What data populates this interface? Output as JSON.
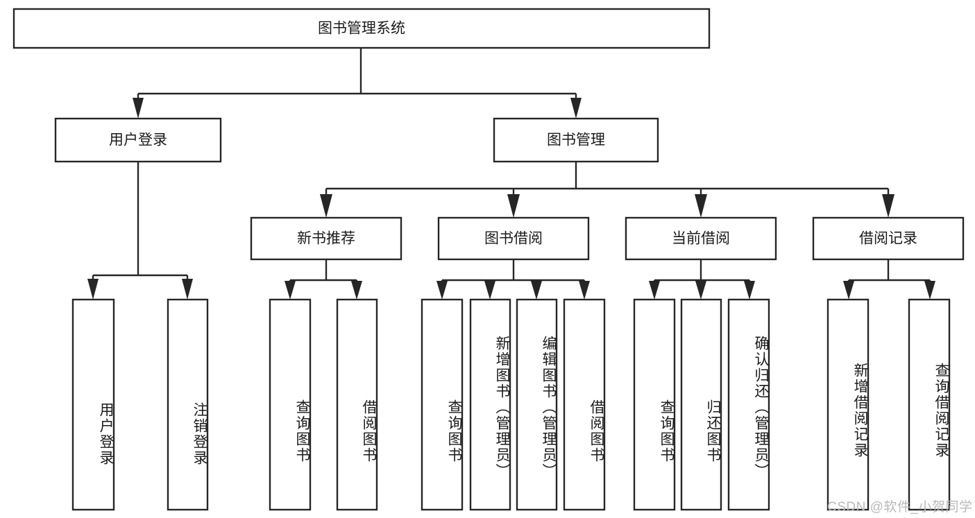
{
  "diagram": {
    "title": "图书管理系统",
    "type": "tree",
    "watermark": "CSDN @软件_小贺同学",
    "colors": {
      "stroke": "#262626",
      "fill": "#ffffff",
      "text": "#1a1a1a",
      "watermark": "#b9b9b9",
      "background": "#ffffff"
    },
    "levels": {
      "root": "图书管理系统",
      "level2": [
        "用户登录",
        "图书管理"
      ],
      "level3": [
        "新书推荐",
        "图书借阅",
        "当前借阅",
        "借阅记录"
      ]
    }
  },
  "nodes": {
    "root": {
      "label": "图书管理系统"
    },
    "user_login": {
      "label": "用户登录"
    },
    "book_mgmt": {
      "label": "图书管理"
    },
    "new_book_rec": {
      "label": "新书推荐"
    },
    "book_borrow": {
      "label": "图书借阅"
    },
    "current_borrow": {
      "label": "当前借阅"
    },
    "borrow_record": {
      "label": "借阅记录"
    },
    "leaf_user_login": {
      "label": "用户登录"
    },
    "leaf_logout": {
      "label": "注销登录"
    },
    "leaf_query_book_1": {
      "label": "查询图书"
    },
    "leaf_borrow_book_1": {
      "label": "借阅图书"
    },
    "leaf_query_book_2": {
      "label": "查询图书"
    },
    "leaf_add_book": {
      "label": "新增图书（管理员）"
    },
    "leaf_edit_book": {
      "label": "编辑图书（管理员）"
    },
    "leaf_borrow_book_2": {
      "label": "借阅图书"
    },
    "leaf_query_book_3": {
      "label": "查询图书"
    },
    "leaf_return_book": {
      "label": "归还图书"
    },
    "leaf_confirm_return": {
      "label": "确认归还（管理员）"
    },
    "leaf_add_record": {
      "label": "新增借阅记录"
    },
    "leaf_query_record": {
      "label": "查询借阅记录"
    }
  },
  "tree": {
    "name": "图书管理系统",
    "children": [
      {
        "name": "用户登录",
        "children": [
          {
            "name": "用户登录"
          },
          {
            "name": "注销登录"
          }
        ]
      },
      {
        "name": "图书管理",
        "children": [
          {
            "name": "新书推荐",
            "children": [
              {
                "name": "查询图书"
              },
              {
                "name": "借阅图书"
              }
            ]
          },
          {
            "name": "图书借阅",
            "children": [
              {
                "name": "查询图书"
              },
              {
                "name": "新增图书（管理员）"
              },
              {
                "name": "编辑图书（管理员）"
              },
              {
                "name": "借阅图书"
              }
            ]
          },
          {
            "name": "当前借阅",
            "children": [
              {
                "name": "查询图书"
              },
              {
                "name": "归还图书"
              },
              {
                "name": "确认归还（管理员）"
              }
            ]
          },
          {
            "name": "借阅记录",
            "children": [
              {
                "name": "新增借阅记录"
              },
              {
                "name": "查询借阅记录"
              }
            ]
          }
        ]
      }
    ]
  }
}
